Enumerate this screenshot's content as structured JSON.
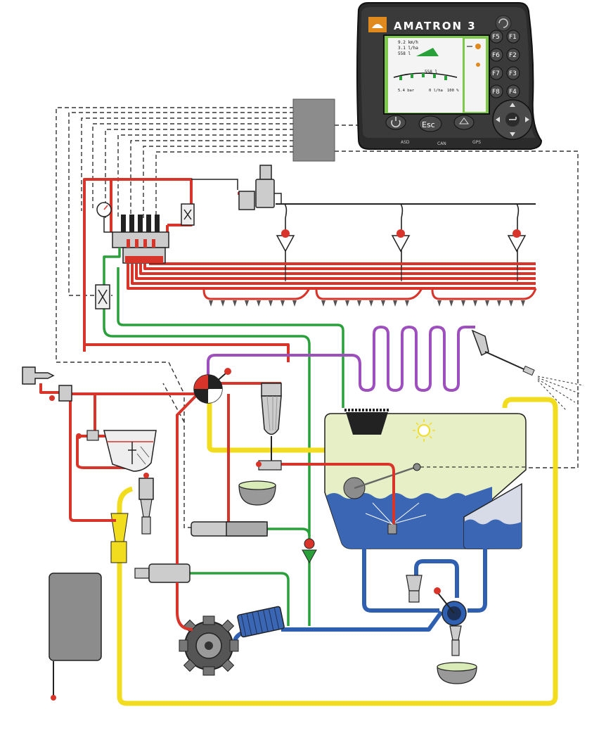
{
  "terminal": {
    "brand": "AMATRON 3",
    "esc_label": "Esc",
    "f_keys": [
      "F5",
      "F1",
      "F6",
      "F2",
      "F7",
      "F3",
      "F8",
      "F4"
    ],
    "bottom_labels": [
      "ASD",
      "CAN",
      "GPS"
    ],
    "screen": {
      "readouts": [
        "9.2 km/h",
        "3.1 l/ha",
        "558 l"
      ],
      "tank_value": "558 l",
      "bottom_values": [
        "5.4 bar",
        "0 l/ha",
        "100 %"
      ]
    }
  },
  "colors": {
    "pressure_line": "#d8342a",
    "suction_line": "#2f5fb0",
    "return_line": "#2aa03a",
    "washer_line": "#9c4fbd",
    "filling_line": "#f2dc1e",
    "signal_line": "#333333",
    "tank_fill": "#e7efc6",
    "tank_liquid": "#3b66b3"
  },
  "icons": [
    "amazone-logo-icon",
    "power-icon",
    "home-icon",
    "arrow-pad-icon",
    "nozzle-icon",
    "manometer-icon",
    "agitator-icon",
    "lamp-icon",
    "spray-gun-icon"
  ]
}
